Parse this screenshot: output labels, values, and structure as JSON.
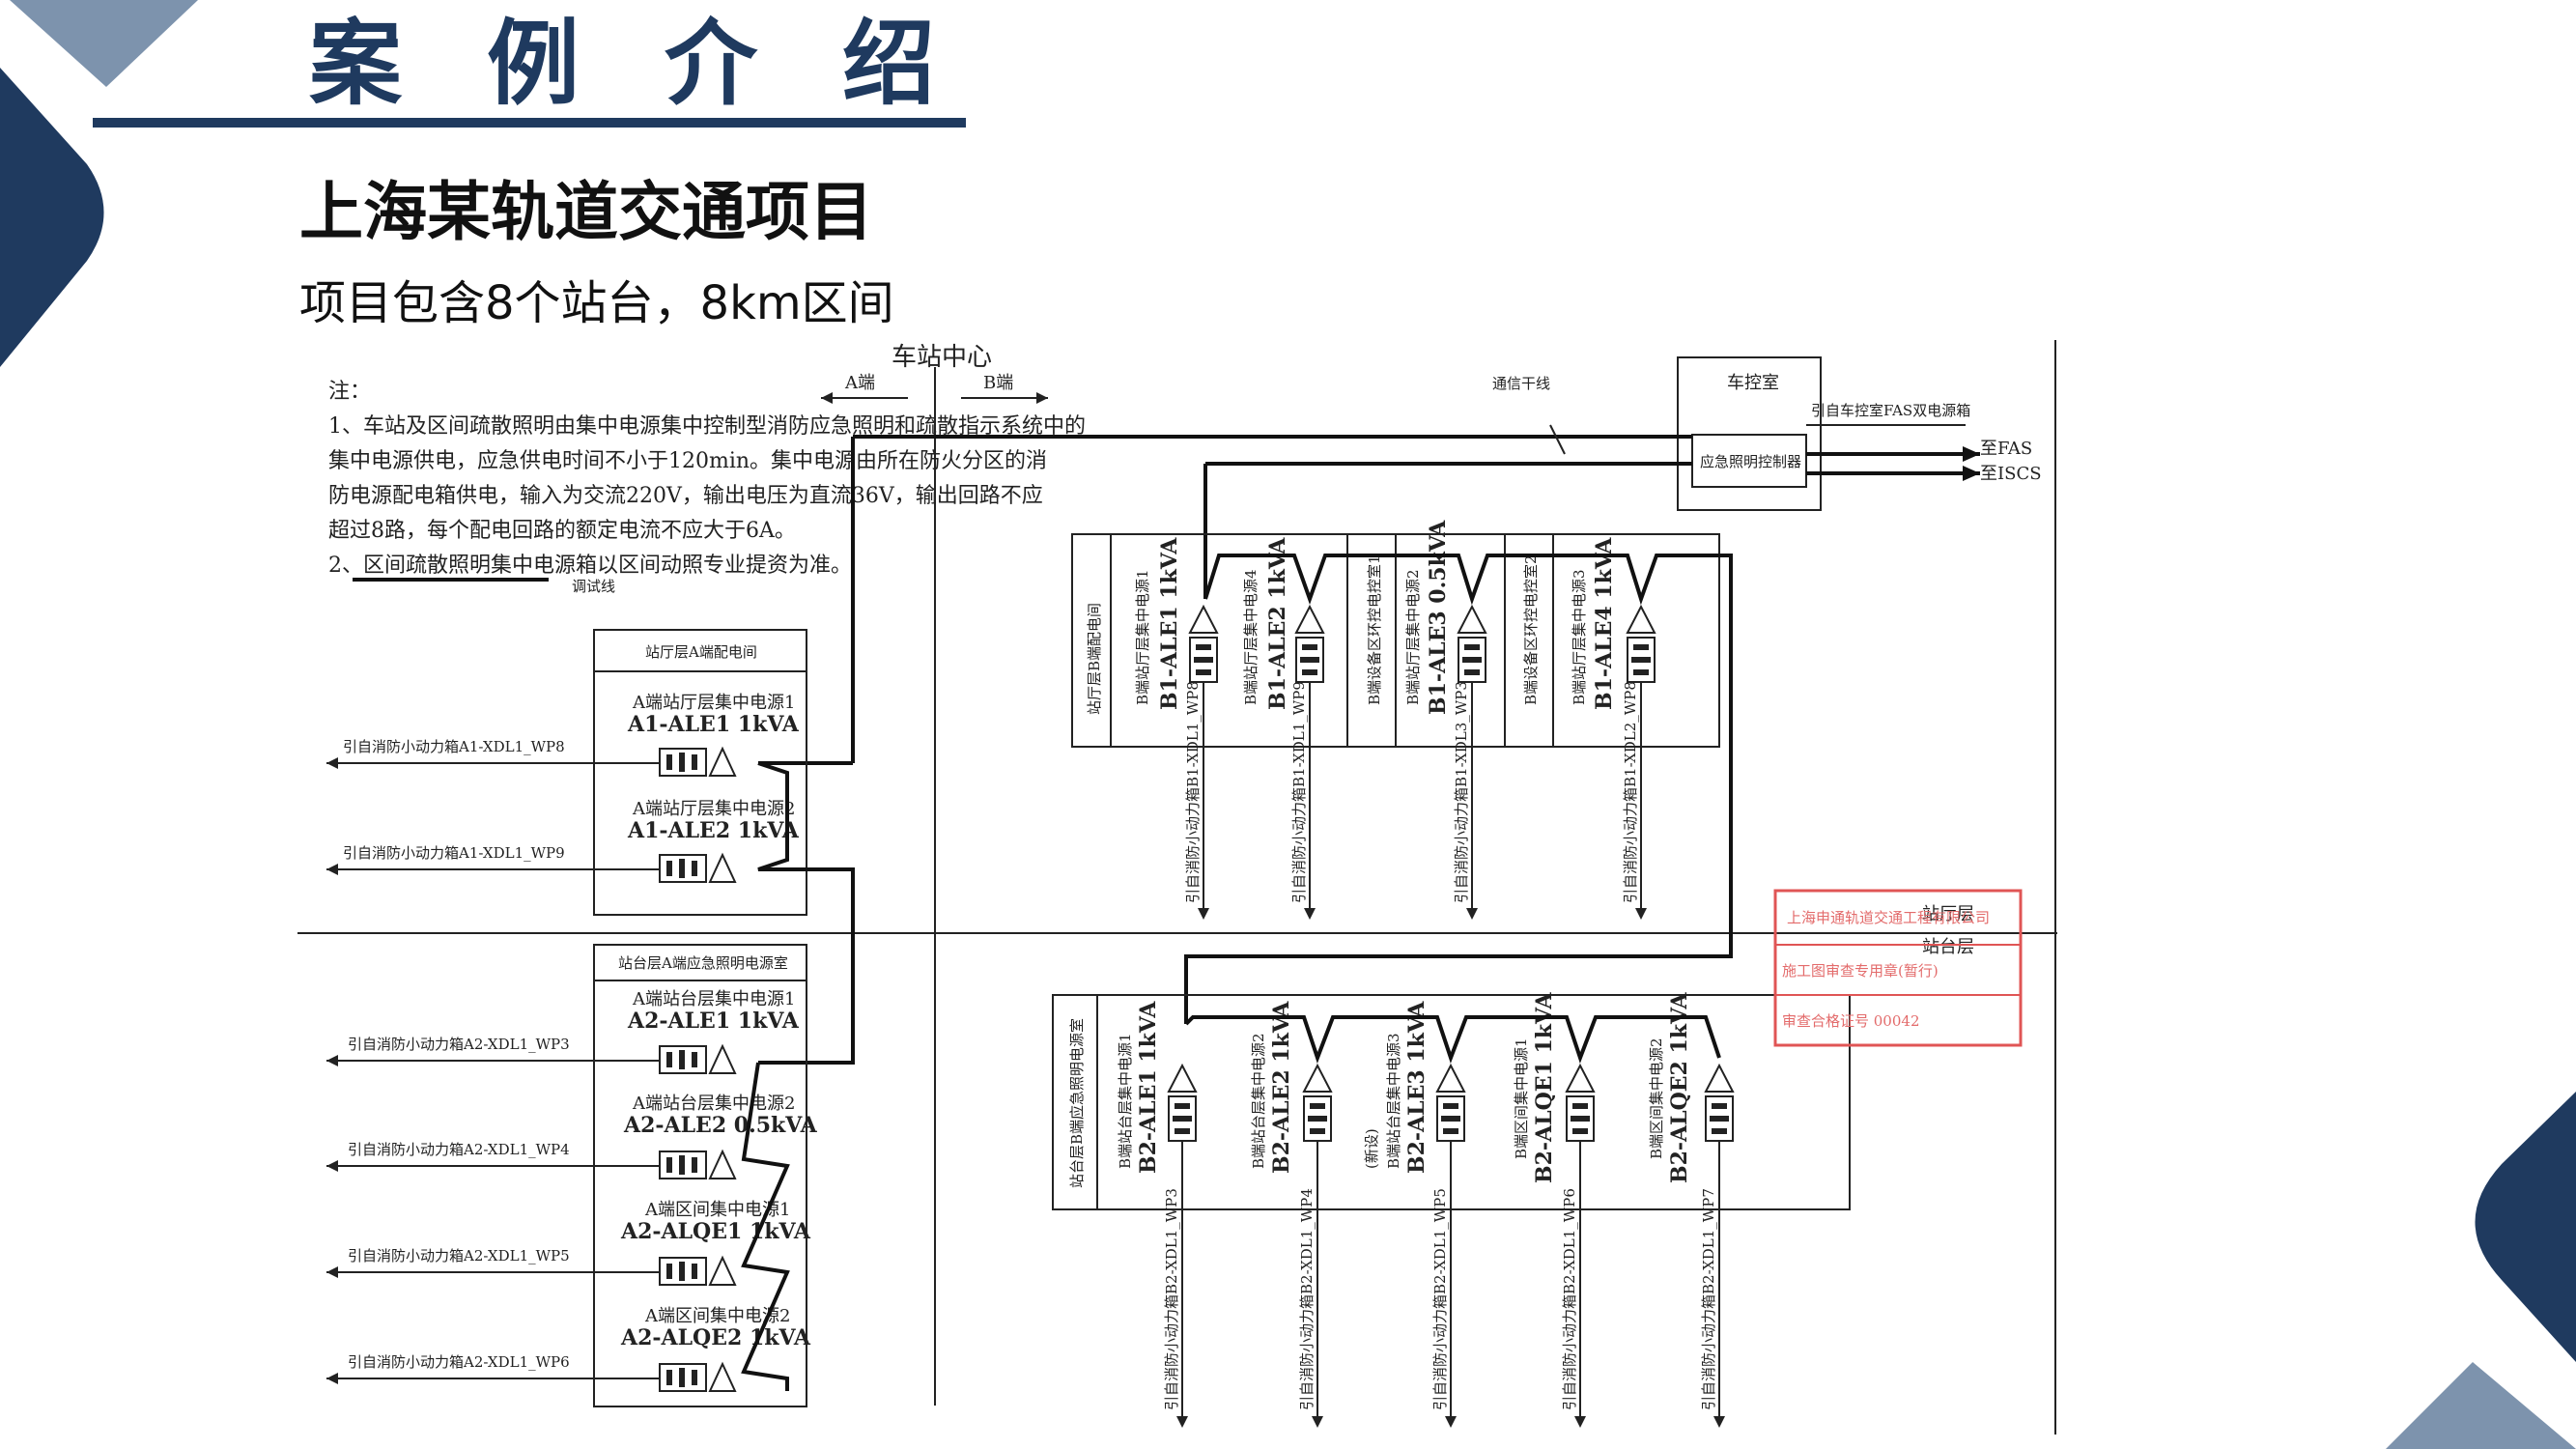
{
  "slide": {
    "title": "案例介绍",
    "heading": "上海某轨道交通项目",
    "subheading": "项目包含8个站台，8km区间"
  },
  "colors": {
    "navy": "#1f3a5f",
    "accent": "#27466e",
    "stamp_red": "#e05555"
  },
  "diagram": {
    "notes_title": "注：",
    "notes_lines": [
      "1、车站及区间疏散照明由集中电源集中控制型消防应急照明和疏散指示系统中的",
      "集中电源供电，应急供电时间不小于120min。集中电源由所在防火分区的消",
      "防电源配电箱供电，输入为交流220V，输出电压为直流36V，输出回路不应",
      "超过8路，每个配电回路的额定电流不应大于6A。",
      "2、区间疏散照明集中电源箱以区间动照专业提资为准。"
    ],
    "note_tag": "调试线",
    "center_label": "车站中心",
    "a_end": "A端",
    "b_end": "B端",
    "comm_trunk": "通信干线",
    "control_room": {
      "title": "车控室",
      "controller": "应急照明控制器",
      "fas_source": "引自车控室FAS双电源箱",
      "out1": "至FAS",
      "out2": "至ISCS"
    },
    "a_hall": {
      "room": "站厅层A端配电间",
      "units": [
        {
          "name": "A端站厅层集中电源1",
          "model": "A1-ALE1 1kVA",
          "feeder": "引自消防小动力箱A1-XDL1_WP8"
        },
        {
          "name": "A端站厅层集中电源2",
          "model": "A1-ALE2 1kVA",
          "feeder": "引自消防小动力箱A1-XDL1_WP9"
        }
      ]
    },
    "a_platform": {
      "room": "站台层A端应急照明电源室",
      "units": [
        {
          "name": "A端站台层集中电源1",
          "model": "A2-ALE1 1kVA",
          "feeder": "引自消防小动力箱A2-XDL1_WP3"
        },
        {
          "name": "A端站台层集中电源2",
          "model": "A2-ALE2 0.5kVA",
          "feeder": "引自消防小动力箱A2-XDL1_WP4"
        },
        {
          "name": "A端区间集中电源1",
          "model": "A2-ALQE1 1kVA",
          "feeder": "引自消防小动力箱A2-XDL1_WP5"
        },
        {
          "name": "A端区间集中电源2",
          "model": "A2-ALQE2 1kVA",
          "feeder": "引自消防小动力箱A2-XDL1_WP6"
        }
      ]
    },
    "b_hall": {
      "room": "站厅层B端配电间",
      "units": [
        {
          "name": "B端站厅层集中电源1",
          "model": "B1-ALE1 1kVA",
          "feeder": "引自消防小动力箱B1-XDL1_WP8"
        },
        {
          "name": "B端站厅层集中电源4",
          "model": "B1-ALE2 1kVA",
          "feeder": "引自消防小动力箱B1-XDL1_WP9"
        },
        {
          "name": "B端设备区环控电控室1",
          "model": "",
          "feeder": ""
        },
        {
          "name": "B端站厅层集中电源2",
          "model": "B1-ALE3 0.5kVA",
          "feeder": "引自消防小动力箱B1-XDL3_WP3"
        },
        {
          "name": "B端设备区环控电控室2",
          "model": "",
          "feeder": ""
        },
        {
          "name": "B端站厅层集中电源3",
          "model": "B1-ALE4 1kVA",
          "feeder": "引自消防小动力箱B1-XDL2_WP8"
        }
      ]
    },
    "b_platform": {
      "room": "站台层B端应急照明电源室",
      "units": [
        {
          "name": "B端站台层集中电源1",
          "model": "B2-ALE1 1kVA",
          "feeder": "引自消防小动力箱B2-XDL1_WP3"
        },
        {
          "name": "B端站台层集中电源2",
          "model": "B2-ALE2 1kVA",
          "feeder": "引自消防小动力箱B2-XDL1_WP4"
        },
        {
          "name": "B端站台层集中电源3",
          "model": "B2-ALE3 1kVA",
          "tag": "(新设)",
          "feeder": "引自消防小动力箱B2-XDL1_WP5"
        },
        {
          "name": "B端区间集中电源1",
          "model": "B2-ALQE1 1kVA",
          "feeder": "引自消防小动力箱B2-XDL1_WP6"
        },
        {
          "name": "B端区间集中电源2",
          "model": "B2-ALQE2 1kVA",
          "feeder": "引自消防小动力箱B2-XDL1_WP7"
        }
      ]
    },
    "floor_labels": {
      "hall": "站厅层",
      "platform": "站台层"
    },
    "stamp": {
      "line1": "上海申通轨道交通工程有限公司",
      "line2": "施工图审查专用章(暂行)",
      "line3": "审查合格证号 00042"
    }
  }
}
